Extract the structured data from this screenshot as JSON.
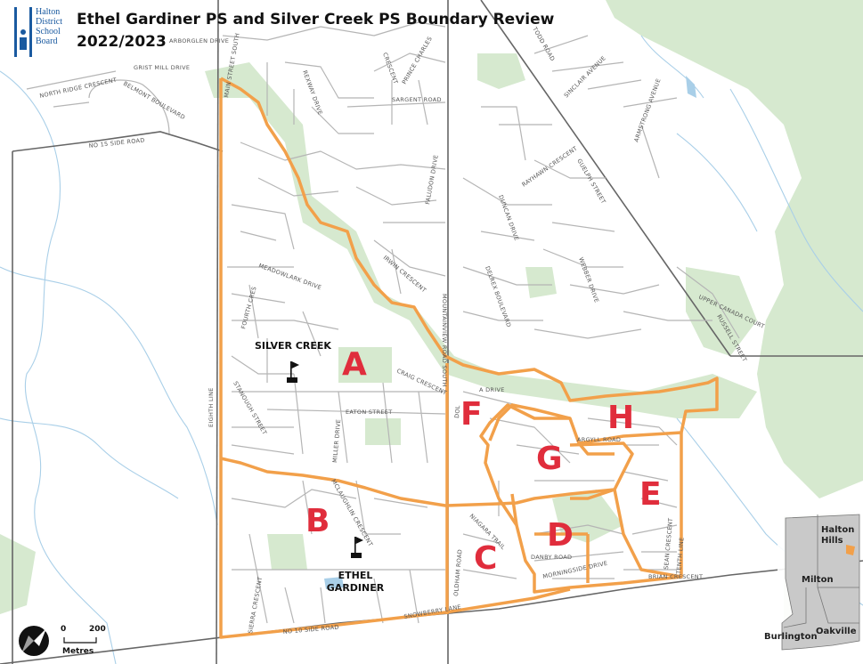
{
  "header": {
    "org_line1": "Halton",
    "org_line2": "District",
    "org_line3": "School",
    "org_line4": "Board",
    "title_line1": "Ethel Gardiner PS and Silver Creek PS Boundary Review",
    "title_line2": "2022/2023"
  },
  "zones": [
    "A",
    "B",
    "C",
    "D",
    "E",
    "F",
    "G",
    "H"
  ],
  "zone_color": "#e02d3c",
  "boundary_color": "#f2a04a",
  "schools": {
    "silver_creek": "SILVER CREEK",
    "ethel_line1": "ETHEL",
    "ethel_line2": "GARDINER"
  },
  "roads": {
    "arborglen": "ARBORGLEN DRIVE",
    "main_north": "MAIN STREET SOUTH",
    "grist_mill": "GRIST MILL DRIVE",
    "north_ridge": "NORTH RIDGE CRESCENT",
    "belmont": "BELMONT BOULEVARD",
    "no15": "NO 15 SIDE ROAD",
    "sargent": "SARGENT ROAD",
    "todd": "TODD ROAD",
    "sinclair": "SINCLAIR AVENUE",
    "armstrong": "ARMSTRONG AVENUE",
    "guelph": "GUELPH STREET",
    "rexway": "REXWAY DRIVE",
    "crescent": "CRESCENT",
    "prince": "PRINCE CHARLES",
    "faludon": "FALUDON DRIVE",
    "duncan": "DUNCAN DRIVE",
    "rayhawn": "RAYHAWN CRESCENT",
    "irwin": "IRWIN CRESCENT",
    "delrex": "DELREX BOULEVARD",
    "webber": "WEBBER DRIVE",
    "meadowlark": "MEADOWLARK DRIVE",
    "upper_canada": "UPPER CANADA COURT",
    "russell": "RUSSELL STREET",
    "mountainview": "MOUNTAINVIEW ROAD SOUTH",
    "eighth": "EIGHTH LINE",
    "fourth": "FOURTH CRES",
    "stanough": "STANOUGH STREET",
    "craig": "CRAIG CRESCENT",
    "eaton": "EATON STREET",
    "miller": "MILLER DRIVE",
    "mclaughlin": "MCLAUGHLIN CRESCENT",
    "niagara": "NIAGARA TRAIL",
    "argyll": "ARGYLL ROAD",
    "danby": "DANBY ROAD",
    "morningside": "MORNINGSIDE DRIVE",
    "tenth": "TENTH LINE",
    "oldham": "OLDHAM ROAD",
    "no10": "NO 10 SIDE ROAD",
    "snowberry": "SNOWBERRY LANE",
    "sierra": "SIERRA CRESCENT",
    "sean": "SEAN CRESCENT",
    "brian": "BRIAN CRESCENT",
    "dol": "DOL",
    "adrive": "A DRIVE"
  },
  "scale": {
    "zero": "0",
    "max": "200",
    "unit": "Metres"
  },
  "inset": {
    "halton_hills_line1": "Halton",
    "halton_hills_line2": "Hills",
    "milton": "Milton",
    "burlington": "Burlington",
    "oakville": "Oakville"
  }
}
